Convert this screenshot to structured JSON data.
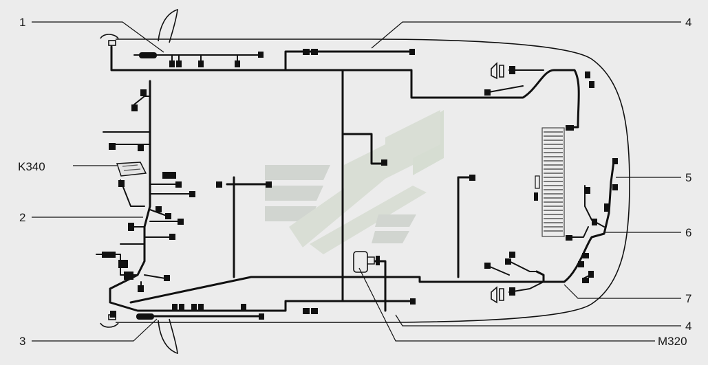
{
  "diagram": {
    "callouts": {
      "c1": "1",
      "c2": "2",
      "c3": "3",
      "c4a": "4",
      "c4b": "4",
      "c5": "5",
      "c6": "6",
      "c7": "7",
      "k340": "K340",
      "m320": "M320"
    },
    "colors": {
      "wire": "#111111",
      "background": "#ececec",
      "watermark": "#d6dcd3"
    }
  }
}
